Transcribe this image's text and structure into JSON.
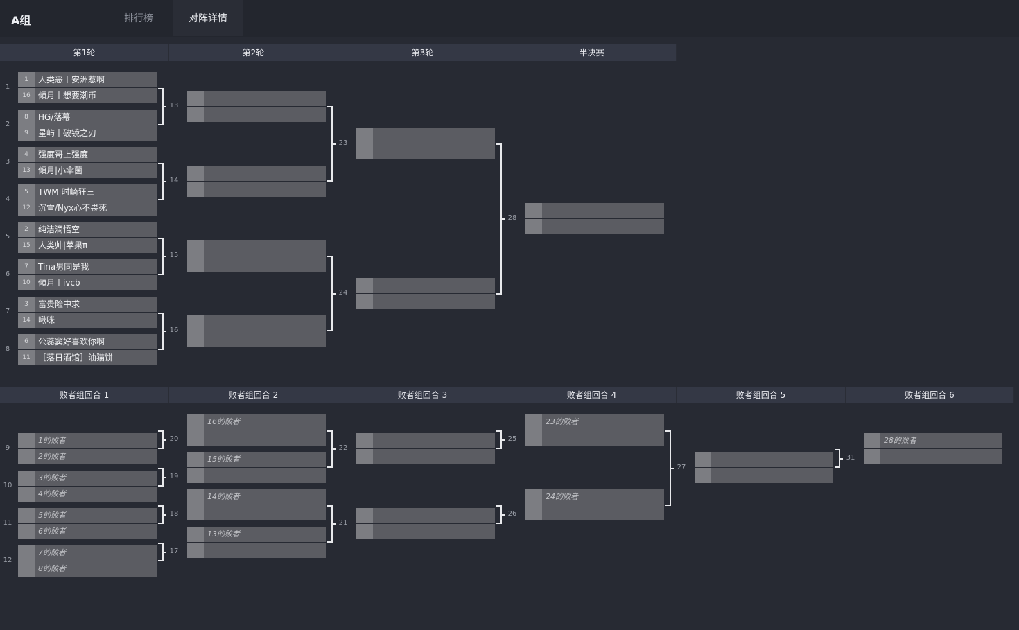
{
  "header": {
    "group_title": "A组",
    "tabs": [
      {
        "label": "排行榜",
        "active": false
      },
      {
        "label": "对阵详情",
        "active": true
      }
    ]
  },
  "winners": {
    "rounds": [
      "第1轮",
      "第2轮",
      "第3轮",
      "半决赛"
    ],
    "matches": [
      {
        "num": "1",
        "slots": [
          {
            "seed": "1",
            "name": "人类恶丨安洲惹啊"
          },
          {
            "seed": "16",
            "name": "傾月丨想要潮币"
          }
        ]
      },
      {
        "num": "2",
        "slots": [
          {
            "seed": "8",
            "name": "HG/落幕"
          },
          {
            "seed": "9",
            "name": "星屿丨破镜之刃"
          }
        ]
      },
      {
        "num": "3",
        "slots": [
          {
            "seed": "4",
            "name": "强度哥上强度"
          },
          {
            "seed": "13",
            "name": "傾月|小伞菌"
          }
        ]
      },
      {
        "num": "4",
        "slots": [
          {
            "seed": "5",
            "name": "TWM|时崎狂三"
          },
          {
            "seed": "12",
            "name": "沉雪/Nyx心不畏死"
          }
        ]
      },
      {
        "num": "5",
        "slots": [
          {
            "seed": "2",
            "name": "纯洁滴悟空"
          },
          {
            "seed": "15",
            "name": "人类帅|苹果π"
          }
        ]
      },
      {
        "num": "6",
        "slots": [
          {
            "seed": "7",
            "name": "Tina男同是我"
          },
          {
            "seed": "10",
            "name": "傾月丨ivcb"
          }
        ]
      },
      {
        "num": "7",
        "slots": [
          {
            "seed": "3",
            "name": "富贵险中求"
          },
          {
            "seed": "14",
            "name": "啾咪"
          }
        ]
      },
      {
        "num": "8",
        "slots": [
          {
            "seed": "6",
            "name": "公蕊窦好喜欢你啊"
          },
          {
            "seed": "11",
            "name": "［落日酒馆］油猫饼"
          }
        ]
      },
      {
        "num": "13",
        "slots": [
          {
            "seed": "",
            "name": ""
          },
          {
            "seed": "",
            "name": ""
          }
        ]
      },
      {
        "num": "14",
        "slots": [
          {
            "seed": "",
            "name": ""
          },
          {
            "seed": "",
            "name": ""
          }
        ]
      },
      {
        "num": "15",
        "slots": [
          {
            "seed": "",
            "name": ""
          },
          {
            "seed": "",
            "name": ""
          }
        ]
      },
      {
        "num": "16",
        "slots": [
          {
            "seed": "",
            "name": ""
          },
          {
            "seed": "",
            "name": ""
          }
        ]
      },
      {
        "num": "23",
        "slots": [
          {
            "seed": "",
            "name": ""
          },
          {
            "seed": "",
            "name": ""
          }
        ]
      },
      {
        "num": "24",
        "slots": [
          {
            "seed": "",
            "name": ""
          },
          {
            "seed": "",
            "name": ""
          }
        ]
      },
      {
        "num": "28",
        "slots": [
          {
            "seed": "",
            "name": ""
          },
          {
            "seed": "",
            "name": ""
          }
        ]
      }
    ]
  },
  "losers": {
    "rounds": [
      "败者组回合 1",
      "败者组回合 2",
      "败者组回合 3",
      "败者组回合 4",
      "败者组回合 5",
      "败者组回合 6"
    ],
    "matches": [
      {
        "num": "9",
        "slots": [
          {
            "seed": "",
            "name": "1的败者"
          },
          {
            "seed": "",
            "name": "2的败者"
          }
        ]
      },
      {
        "num": "10",
        "slots": [
          {
            "seed": "",
            "name": "3的败者"
          },
          {
            "seed": "",
            "name": "4的败者"
          }
        ]
      },
      {
        "num": "11",
        "slots": [
          {
            "seed": "",
            "name": "5的败者"
          },
          {
            "seed": "",
            "name": "6的败者"
          }
        ]
      },
      {
        "num": "12",
        "slots": [
          {
            "seed": "",
            "name": "7的败者"
          },
          {
            "seed": "",
            "name": "8的败者"
          }
        ]
      },
      {
        "num": "20",
        "slots": [
          {
            "seed": "",
            "name": "16的败者"
          },
          {
            "seed": "",
            "name": ""
          }
        ]
      },
      {
        "num": "19",
        "slots": [
          {
            "seed": "",
            "name": "15的败者"
          },
          {
            "seed": "",
            "name": ""
          }
        ]
      },
      {
        "num": "18",
        "slots": [
          {
            "seed": "",
            "name": "14的败者"
          },
          {
            "seed": "",
            "name": ""
          }
        ]
      },
      {
        "num": "17",
        "slots": [
          {
            "seed": "",
            "name": "13的败者"
          },
          {
            "seed": "",
            "name": ""
          }
        ]
      },
      {
        "num": "22",
        "slots": [
          {
            "seed": "",
            "name": ""
          },
          {
            "seed": "",
            "name": ""
          }
        ]
      },
      {
        "num": "21",
        "slots": [
          {
            "seed": "",
            "name": ""
          },
          {
            "seed": "",
            "name": ""
          }
        ]
      },
      {
        "num": "25",
        "slots": [
          {
            "seed": "",
            "name": "23的败者"
          },
          {
            "seed": "",
            "name": ""
          }
        ]
      },
      {
        "num": "26",
        "slots": [
          {
            "seed": "",
            "name": "24的败者"
          },
          {
            "seed": "",
            "name": ""
          }
        ]
      },
      {
        "num": "27",
        "slots": [
          {
            "seed": "",
            "name": ""
          },
          {
            "seed": "",
            "name": ""
          }
        ]
      },
      {
        "num": "31",
        "slots": [
          {
            "seed": "",
            "name": "28的败者"
          },
          {
            "seed": "",
            "name": ""
          }
        ]
      }
    ]
  }
}
